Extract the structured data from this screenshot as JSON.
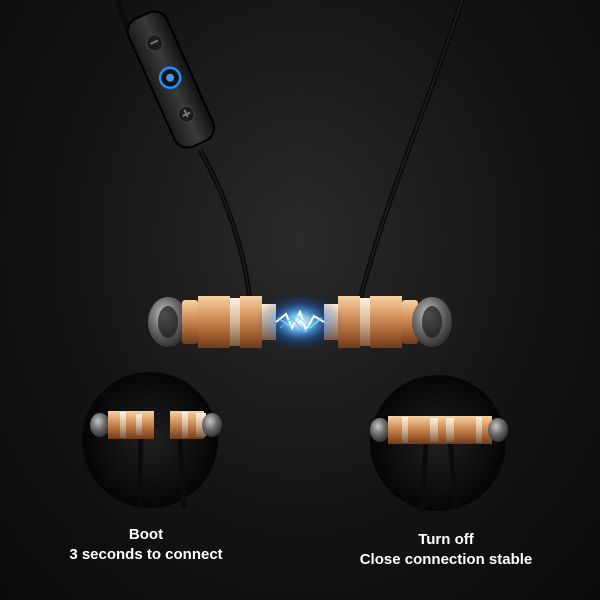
{
  "captions": {
    "boot": {
      "title": "Boot",
      "subtitle": "3 seconds to connect"
    },
    "turn_off": {
      "title": "Turn off",
      "subtitle": "Close connection stable"
    }
  },
  "colors": {
    "background": "#141414",
    "cable": "#0b0b0b",
    "gold": "#d9a06a",
    "electric_blue": "#38b6ff",
    "led_blue": "#1e90ff"
  },
  "icons": [
    "inline-remote-icon",
    "power-button-icon",
    "lightning-icon",
    "earbud-icon"
  ]
}
